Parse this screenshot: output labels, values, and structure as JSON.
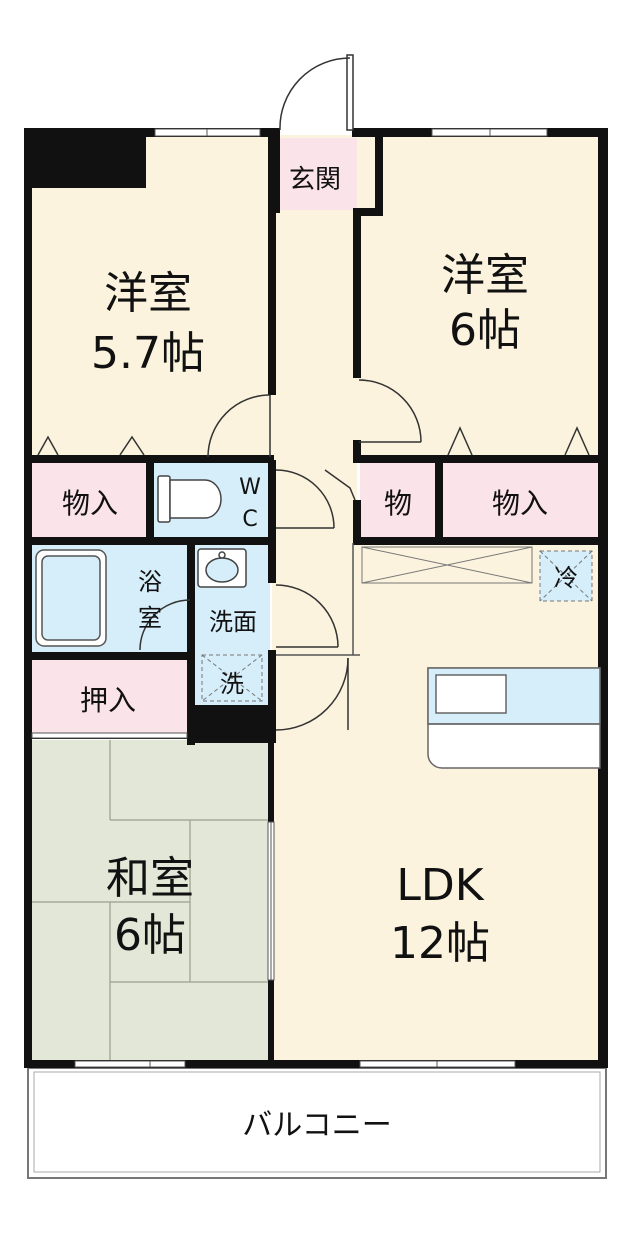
{
  "rooms": {
    "western_left": {
      "name": "洋室",
      "size": "5.7帖"
    },
    "western_right": {
      "name": "洋室",
      "size": "6帖"
    },
    "japanese": {
      "name": "和室",
      "size": "6帖"
    },
    "ldk": {
      "name": "LDK",
      "size": "12帖"
    }
  },
  "labels": {
    "entrance": "玄関",
    "closet_left": "物入",
    "closet_right_small": "物",
    "closet_right": "物入",
    "wc_w": "W",
    "wc_c": "C",
    "bath_1": "浴",
    "bath_2": "室",
    "washroom": "洗面",
    "washer": "洗",
    "oshiire": "押入",
    "fridge": "冷",
    "balcony": "バルコニー"
  },
  "colors": {
    "wall": "#111111",
    "western_floor": "#fbf3dd",
    "storage": "#fbe3ea",
    "wet_area": "#d5eef9",
    "tatami": "#e3e7d8",
    "balcony": "#ffffff"
  }
}
